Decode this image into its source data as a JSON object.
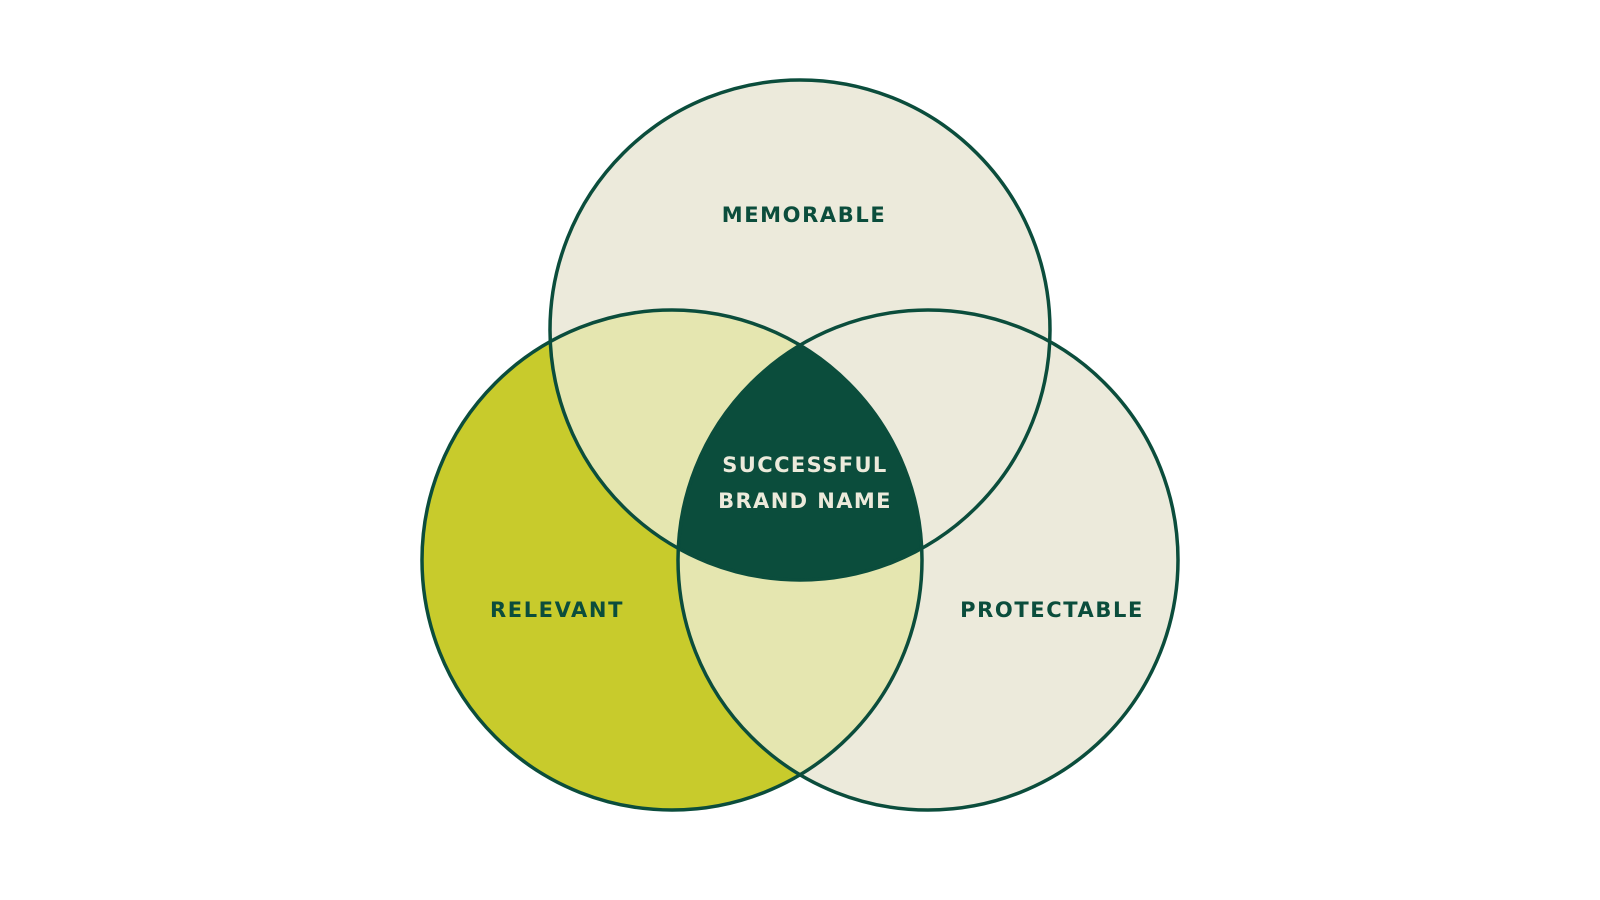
{
  "diagram": {
    "type": "venn",
    "sets": [
      {
        "id": "memorable",
        "label": "MEMORABLE"
      },
      {
        "id": "relevant",
        "label": "RELEVANT"
      },
      {
        "id": "protectable",
        "label": "PROTECTABLE"
      }
    ],
    "center": {
      "line1": "SUCCESSFUL",
      "line2": "BRAND NAME"
    },
    "colors": {
      "outline": "#0b4d3c",
      "pale_fill": "#eceadb",
      "relevant_fill": "#c8cb2c",
      "pair_overlap_fill": "#e5e6b0",
      "center_fill": "#0b4d3c",
      "label_text": "#0b4d3c",
      "center_text": "#eceadb"
    }
  }
}
